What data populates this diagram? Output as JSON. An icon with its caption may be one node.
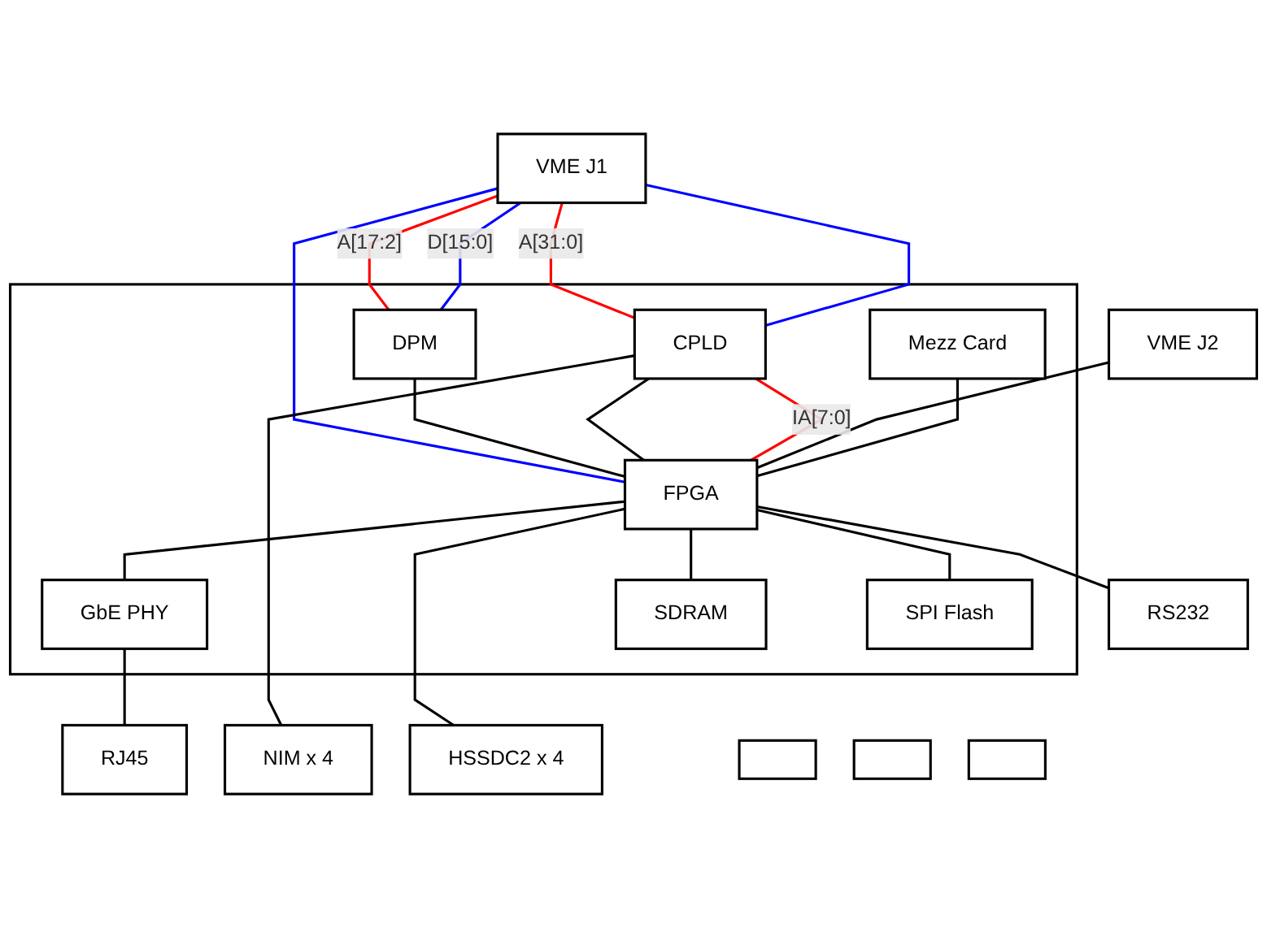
{
  "diagram": {
    "nodes": [
      {
        "text": [],
        "shape": "box"
      },
      {
        "text": [
          "VME J1"
        ]
      },
      {
        "text": [
          "VME J2"
        ]
      },
      {
        "text": [
          "DPM"
        ],
        "in": 0
      },
      {
        "text": [
          "Mezz Card"
        ],
        "in": 0
      },
      {
        "text": [
          "CPLD"
        ],
        "in": 0
      },
      {
        "text": [
          "FPGA"
        ],
        "in": 0
      },
      {
        "text": [
          "RS232"
        ]
      },
      {
        "text": [
          "GbE PHY"
        ],
        "in": 0
      },
      {
        "text": [
          "SDRAM"
        ],
        "in": 0
      },
      {
        "text": [
          "SPI Flash"
        ],
        "in": 0
      },
      {
        "text": [
          "NIM x 4"
        ]
      },
      {
        "text": [
          "RJ45"
        ]
      },
      {
        "text": [
          "HSSDC2 x 4"
        ]
      },
      {
        "text": [],
        "shape": "box"
      },
      {
        "text": [],
        "shape": "box"
      },
      {
        "text": [],
        "shape": "box"
      }
    ],
    "edges": [
      {
        "from": 1,
        "to": 5,
        "arrow": "none",
        "label": "A[31:0]",
        "color": "#ff0000"
      },
      {
        "from": 1,
        "to": 3,
        "arrow": "none",
        "label": "A[17:2]",
        "color": "#ff0000"
      },
      {
        "from": 1,
        "to": 3,
        "arrow": "none",
        "label": "D[15:0]",
        "color": "#0000ff"
      },
      {
        "from": 1,
        "to": 5,
        "arrow": "none",
        "color": "#0000ff"
      },
      {
        "from": 1,
        "to": 6,
        "arrow": "none",
        "color": "#0000ff"
      },
      {
        "from": 3,
        "to": 6,
        "arrow": "none"
      },
      {
        "from": 5,
        "to": 6,
        "arrow": "none"
      },
      {
        "from": 5,
        "to": 6,
        "arrow": "none",
        "label": "IA[7:0]",
        "color": "#ff0000"
      },
      {
        "from": 2,
        "to": 6,
        "arrow": "none"
      },
      {
        "from": 4,
        "to": 6,
        "arrow": "none"
      },
      {
        "from": 6,
        "to": 7,
        "arrow": "none"
      },
      {
        "from": 6,
        "to": 8,
        "arrow": "none"
      },
      {
        "from": 8,
        "to": 12,
        "arrow": "none"
      },
      {
        "from": 6,
        "to": 13,
        "arrow": "none"
      },
      {
        "from": 6,
        "to": 9,
        "arrow": "none"
      },
      {
        "from": 6,
        "to": 10,
        "arrow": "none"
      },
      {
        "from": 5,
        "to": 11,
        "arrow": "none"
      }
    ]
  }
}
